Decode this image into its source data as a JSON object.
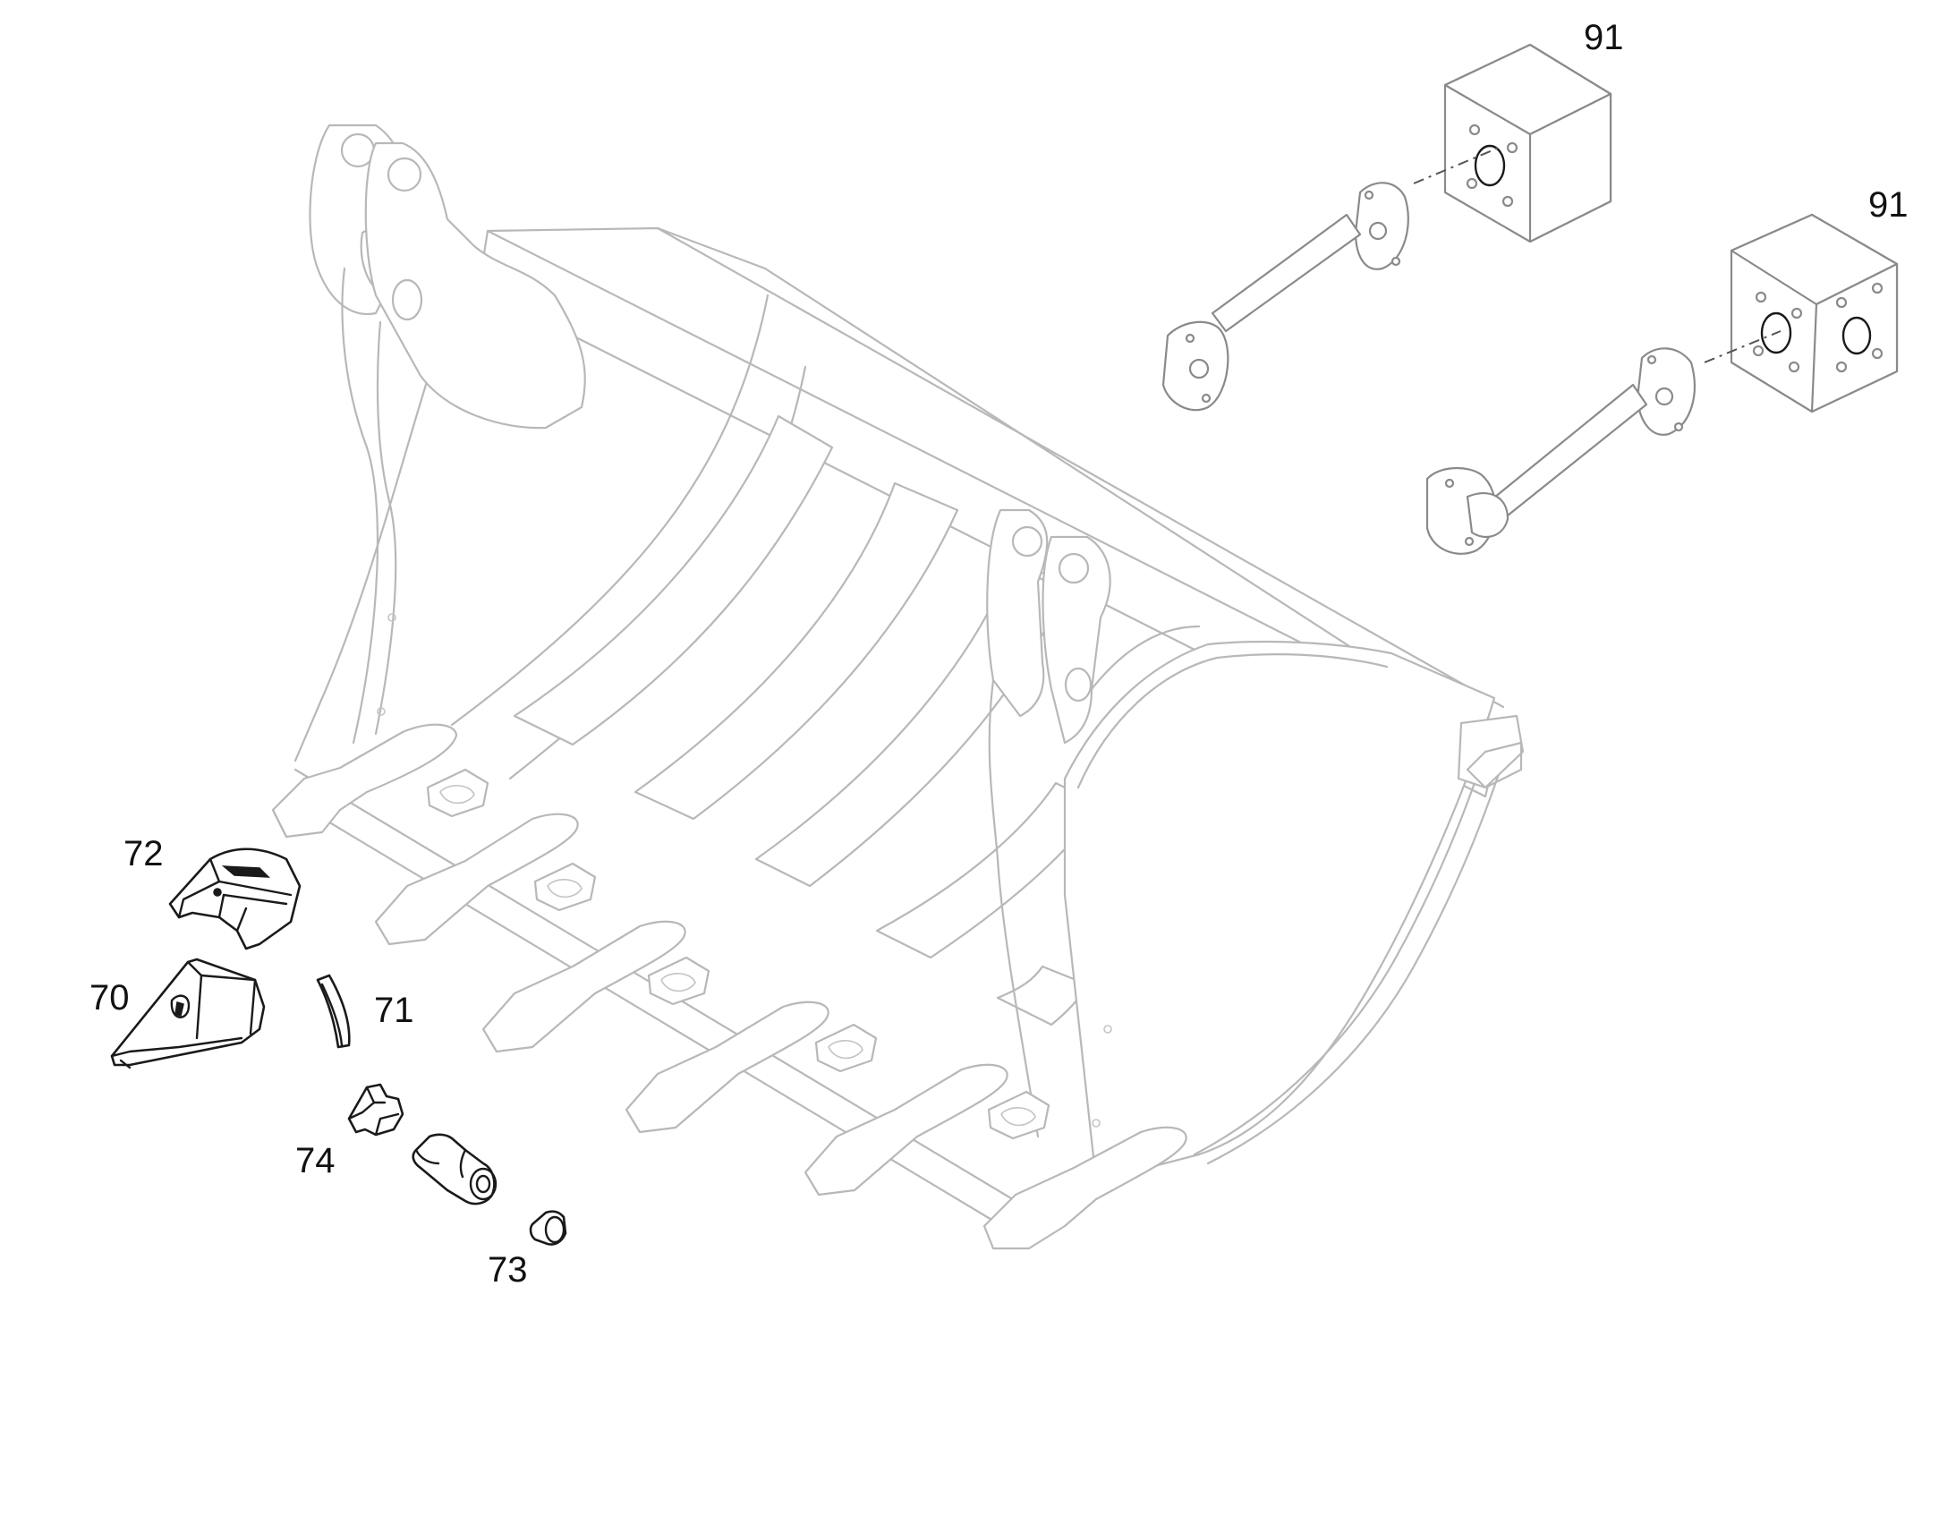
{
  "callouts": [
    {
      "id": "part-91-upper",
      "label": "91"
    },
    {
      "id": "part-91-lower",
      "label": "91"
    },
    {
      "id": "part-72",
      "label": "72"
    },
    {
      "id": "part-70",
      "label": "70"
    },
    {
      "id": "part-71",
      "label": "71"
    },
    {
      "id": "part-74",
      "label": "74"
    },
    {
      "id": "part-73",
      "label": "73"
    }
  ],
  "colors": {
    "background": "#ffffff",
    "context_line": "#b8b8b8",
    "highlight_line": "#1a1a1a",
    "label": "#111111"
  }
}
